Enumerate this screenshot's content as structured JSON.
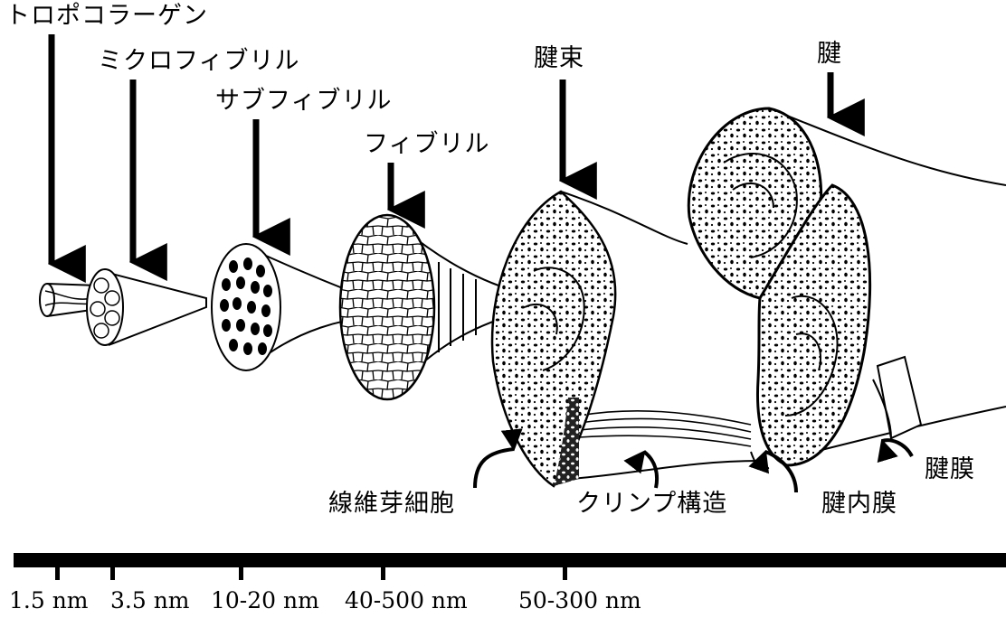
{
  "labels": {
    "tropocollagen": "トロポコラーゲン",
    "microfibril": "ミクロフィブリル",
    "subfibril": "サブフィブリル",
    "fibril": "フィブリル",
    "fascicle": "腱束",
    "tendon": "腱",
    "fibroblast": "線維芽細胞",
    "crimp": "クリンプ構造",
    "endotenon": "腱内膜",
    "epitenon": "腱膜"
  },
  "scale": {
    "ticks": [
      "1.5 nm",
      "3.5 nm",
      "10-20 nm",
      "40-500 nm",
      "50-300 nm"
    ]
  },
  "colors": {
    "ink": "#000000",
    "paper": "#ffffff"
  }
}
